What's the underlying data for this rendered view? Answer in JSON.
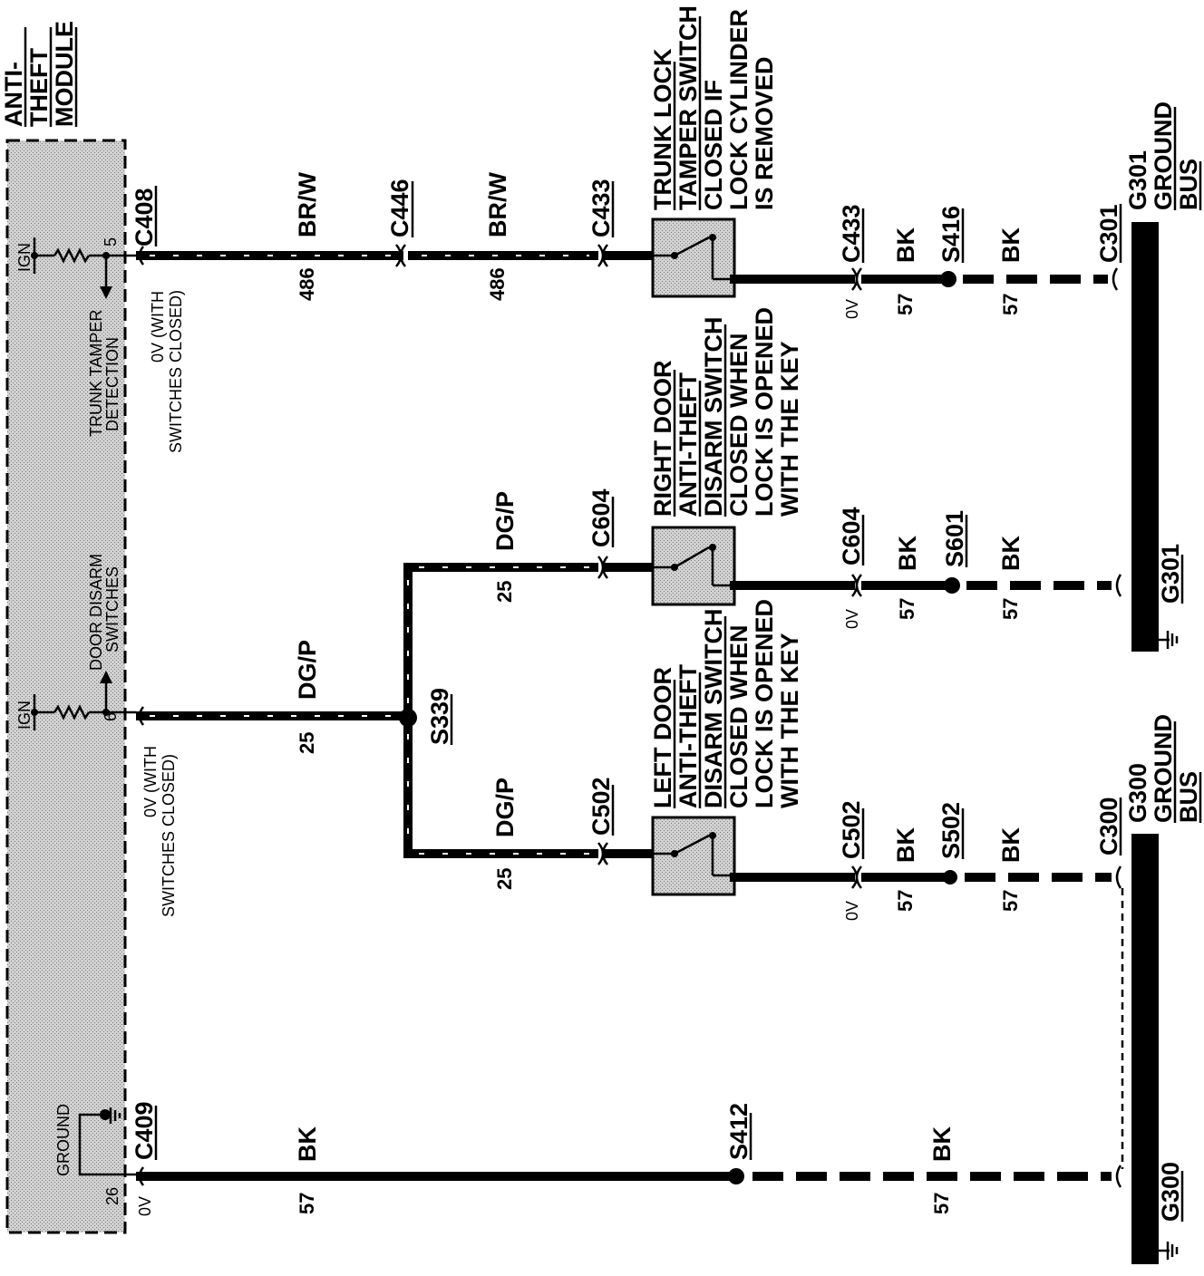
{
  "module": {
    "title_lines": [
      "ANTI-",
      "THEFT",
      "MODULE"
    ],
    "trunk_detect_lines": [
      "TRUNK TAMPER",
      "DETECTION"
    ],
    "door_switch_lines": [
      "DOOR DISARM",
      "SWITCHES"
    ],
    "ground_label": "GROUND",
    "ign_label": "IGN",
    "pins": {
      "trunk": "5",
      "door": "6",
      "ground": "26"
    }
  },
  "connectors": {
    "c408": "C408",
    "c409": "C409",
    "c446": "C446",
    "c433": "C433",
    "c604": "C604",
    "c502": "C502",
    "c301": "C301",
    "c300": "C300"
  },
  "splices": {
    "s339": "S339",
    "s416": "S416",
    "s601": "S601",
    "s502": "S502",
    "s412": "S412"
  },
  "wires": {
    "brw": "BR/W",
    "n486": "486",
    "dgp": "DG/P",
    "n25": "25",
    "bk": "BK",
    "n57": "57"
  },
  "voltages": {
    "zero": "0V",
    "with_lines": [
      "0V (WITH",
      "SWITCHES CLOSED)"
    ]
  },
  "switches": {
    "trunk": [
      "TRUNK LOCK",
      "TAMPER SWITCH",
      "CLOSED IF",
      "LOCK CYLINDER",
      "IS REMOVED"
    ],
    "right": [
      "RIGHT DOOR",
      "ANTI-THEFT",
      "DISARM SWITCH",
      "CLOSED WHEN",
      "LOCK IS OPENED",
      "WITH THE KEY"
    ],
    "left": [
      "LEFT DOOR",
      "ANTI-THEFT",
      "DISARM SWITCH",
      "CLOSED WHEN",
      "LOCK IS OPENED",
      "WITH THE KEY"
    ]
  },
  "grounds": {
    "g301_bus": [
      "G301",
      "GROUND",
      "BUS"
    ],
    "g300_bus": [
      "G300",
      "GROUND",
      "BUS"
    ],
    "g301": "G301",
    "g300": "G300"
  }
}
